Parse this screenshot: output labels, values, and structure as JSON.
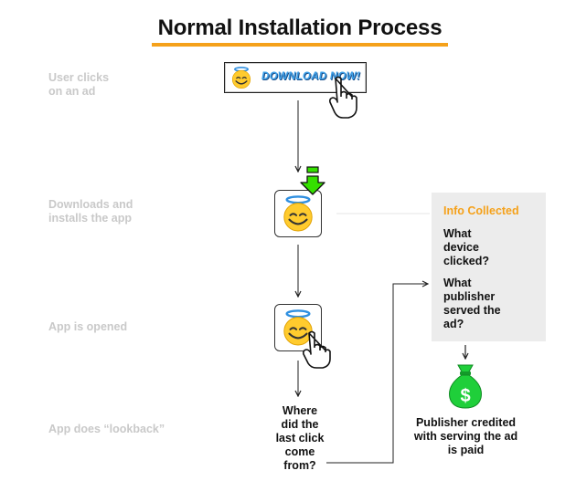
{
  "title": "Normal Installation Process",
  "steps": [
    {
      "label": "User clicks\non an ad"
    },
    {
      "label": "Downloads and\ninstalls the app"
    },
    {
      "label": "App is opened"
    },
    {
      "label": "App does “lookback”"
    }
  ],
  "ad_banner": {
    "text": "DOWNLOAD NOW!"
  },
  "info_box": {
    "title": "Info Collected",
    "questions": [
      "What device clicked?",
      "What publisher served the ad?"
    ]
  },
  "lookback_question": "Where did the last click come from?",
  "outcome": "Publisher credited with serving the ad is paid",
  "icons": [
    "smiley-halo-icon",
    "hand-pointer-icon",
    "download-arrow-icon",
    "money-bag-icon"
  ],
  "colors": {
    "accent": "#f5a11a",
    "label_gray": "#c9c9c9",
    "download_green": "#35e000",
    "money_green": "#1fcf3a",
    "info_bg": "#ececec"
  }
}
